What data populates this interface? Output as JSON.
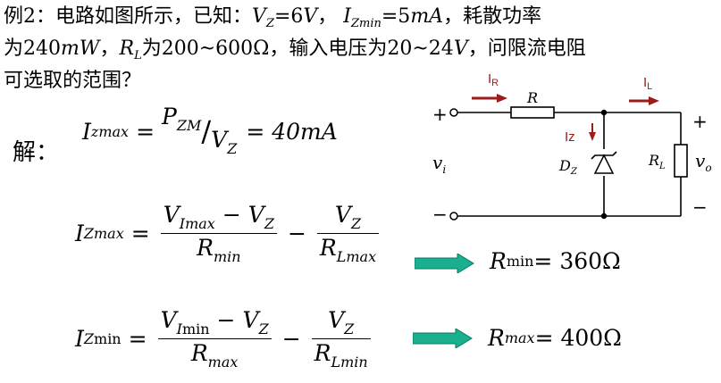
{
  "problem": {
    "l1_a": "例2：电路如图所示，已知：",
    "vz_main": "V",
    "vz_sub": "Z",
    "vz_val": "=6",
    "vz_unit": "V",
    "l1_sep": "，",
    "iz_main": "I",
    "iz_sub": "Zmin",
    "iz_val": "=5",
    "iz_unit": "mA",
    "l1_b": "，耗散功率",
    "l2_a": "为240",
    "l2_unit": "mW",
    "l2_sep": "，",
    "rl_main": "R",
    "rl_sub": "L",
    "l2_b": "为200~600Ω，输入电压为20~24",
    "l2_v": "V",
    "l2_c": "，问限流电阻",
    "l3": "可选取的范围？"
  },
  "solution": {
    "label": "解：",
    "eq1_lhs": "I",
    "eq1_lhs_sub": "zmax",
    "eq1_eq": "=",
    "eq1_num": "P",
    "eq1_num_sub": "ZM",
    "eq1_slash": "/",
    "eq1_den": "V",
    "eq1_den_sub": "Z",
    "eq1_rhs": "= 40mA",
    "eq2_lhs": "I",
    "eq2_lhs_sub": "Zmax",
    "eq2_num_a": "V",
    "eq2_num_a_sub": "Imax",
    "eq2_minus": "−",
    "eq2_num_b": "V",
    "eq2_num_b_sub": "Z",
    "eq2_den": "R",
    "eq2_den_sub": "min",
    "eq2_num2": "V",
    "eq2_num2_sub": "Z",
    "eq2_den2": "R",
    "eq2_den2_sub": "Lmax",
    "res1_a": "R",
    "res1_sub": "min",
    "res1_b": " = 360Ω",
    "eq3_lhs": "I",
    "eq3_lhs_sub_a": "Z",
    "eq3_lhs_sub_b": "min",
    "eq3_num_a": "V",
    "eq3_num_a_sub_a": "I",
    "eq3_num_a_sub_b": "min",
    "eq3_den": "R",
    "eq3_den_sub": "max",
    "eq3_num2": "V",
    "eq3_num2_sub": "Z",
    "eq3_den2": "R",
    "eq3_den2_sub": "Lmin",
    "res2_a": "R",
    "res2_sub": "max",
    "res2_b": " = 400Ω"
  },
  "circuit": {
    "ir": "I",
    "ir_sub": "R",
    "il": "I",
    "il_sub": "L",
    "iz": "Iz",
    "r": "R",
    "plus_left": "+",
    "minus_left": "−",
    "vi": "v",
    "vi_sub": "i",
    "dz": "D",
    "dz_sub": "Z",
    "rl": "R",
    "rl_sub": "L",
    "vo": "v",
    "vo_sub": "o",
    "plus_right": "+",
    "minus_right": "−"
  },
  "colors": {
    "current_arrow": "#9c1b1b",
    "result_arrow": "#1aaf8f"
  }
}
